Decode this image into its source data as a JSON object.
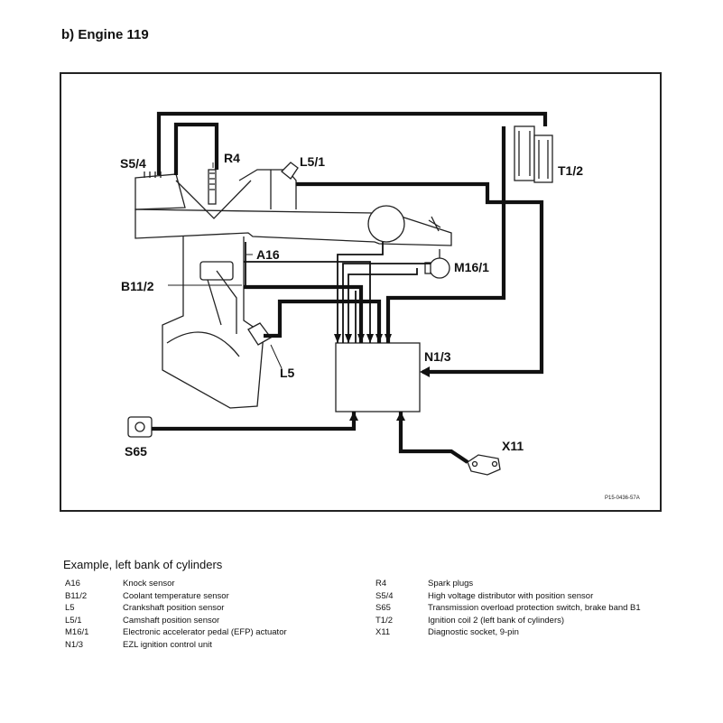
{
  "heading": "b)  Engine 119",
  "diagram": {
    "labels": {
      "s54": "S5/4",
      "r4": "R4",
      "l51": "L5/1",
      "t12": "T1/2",
      "a16": "A16",
      "m161": "M16/1",
      "b112": "B11/2",
      "n13": "N1/3",
      "l5": "L5",
      "s65": "S65",
      "x11": "X11"
    },
    "reference": "P15-0436-57A"
  },
  "legend": {
    "title": "Example, left bank of cylinders",
    "left": [
      {
        "code": "A16",
        "desc": "Knock sensor"
      },
      {
        "code": "B11/2",
        "desc": "Coolant temperature sensor"
      },
      {
        "code": "L5",
        "desc": "Crankshaft position sensor"
      },
      {
        "code": "L5/1",
        "desc": "Camshaft position sensor"
      },
      {
        "code": "M16/1",
        "desc": "Electronic accelerator pedal (EFP) actuator"
      },
      {
        "code": "N1/3",
        "desc": "EZL ignition control unit"
      }
    ],
    "right": [
      {
        "code": "R4",
        "desc": "Spark plugs"
      },
      {
        "code": "S5/4",
        "desc": "High voltage distributor with position sensor"
      },
      {
        "code": "S65",
        "desc": "Transmission overload protection switch, brake band B1"
      },
      {
        "code": "T1/2",
        "desc": "Ignition coil 2 (left bank of cylinders)"
      },
      {
        "code": "X11",
        "desc": "Diagnostic socket, 9-pin"
      }
    ]
  }
}
